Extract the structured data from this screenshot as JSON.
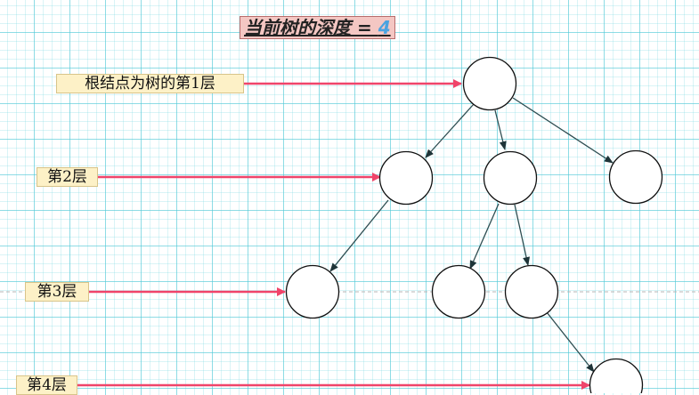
{
  "title": {
    "text": "当前树的深度 = ",
    "depth_value": "4"
  },
  "levels": [
    {
      "label": "根结点为树的第1层"
    },
    {
      "label": "第2层"
    },
    {
      "label": "第3层"
    },
    {
      "label": "第4层"
    }
  ],
  "colors": {
    "level_arrow": "#f0446a",
    "edge": "#2e4e52",
    "node_fill": "#ffffff",
    "node_stroke": "#111111"
  }
}
